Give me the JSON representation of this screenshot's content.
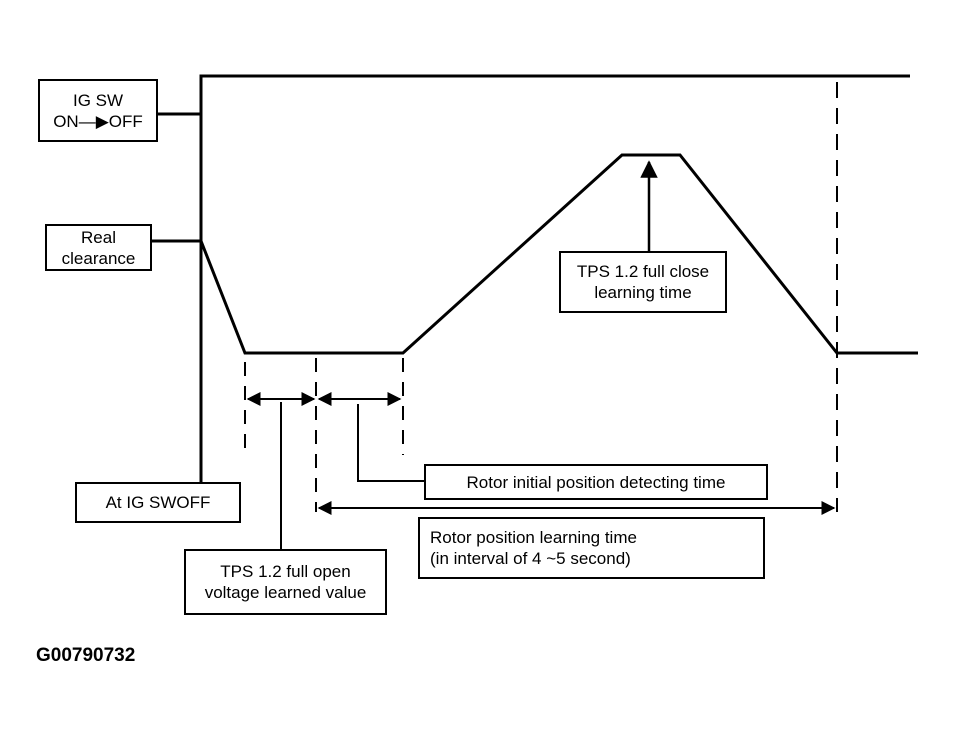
{
  "labels": {
    "ig_sw": {
      "line1": "IG SW",
      "line2": "ON—▶OFF"
    },
    "real_clearance": {
      "line1": "Real",
      "line2": "clearance"
    },
    "at_ig_swoff": "At IG SWOFF",
    "tps_full_close": {
      "line1": "TPS 1.2 full close",
      "line2": "learning time"
    },
    "rotor_initial": "Rotor initial position detecting time",
    "rotor_learning": {
      "line1": "Rotor position learning time",
      "line2": "(in interval of 4 ~5 second)"
    },
    "tps_full_open": {
      "line1": "TPS 1.2 full open",
      "line2": "voltage learned value"
    }
  },
  "figure_id": "G00790732"
}
